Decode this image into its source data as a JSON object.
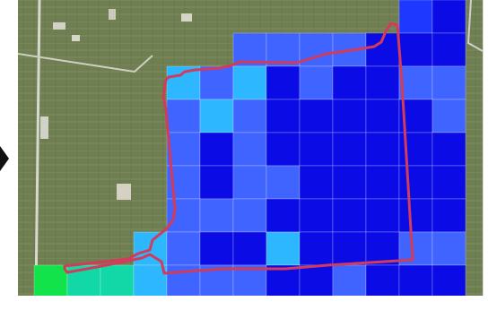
{
  "map": {
    "base_color": "#70804f",
    "grid_palette": {
      "very_low": "#12e34a",
      "low": "#12d8a7",
      "mid_low": "#2cb7ff",
      "mid": "#3f64ff",
      "high": "#1f38ff",
      "very_high": "#0b0be6"
    },
    "boundary_color": "#d23b59",
    "grid_cells": [
      {
        "row": 0,
        "col": 11,
        "level": "high"
      },
      {
        "row": 0,
        "col": 12,
        "level": "very_high"
      },
      {
        "row": 1,
        "col": 6,
        "level": "mid"
      },
      {
        "row": 1,
        "col": 7,
        "level": "mid"
      },
      {
        "row": 1,
        "col": 8,
        "level": "mid"
      },
      {
        "row": 1,
        "col": 9,
        "level": "mid"
      },
      {
        "row": 1,
        "col": 10,
        "level": "very_high"
      },
      {
        "row": 1,
        "col": 11,
        "level": "very_high"
      },
      {
        "row": 1,
        "col": 12,
        "level": "very_high"
      },
      {
        "row": 2,
        "col": 4,
        "level": "mid_low"
      },
      {
        "row": 2,
        "col": 5,
        "level": "mid"
      },
      {
        "row": 2,
        "col": 6,
        "level": "mid_low"
      },
      {
        "row": 2,
        "col": 7,
        "level": "very_high"
      },
      {
        "row": 2,
        "col": 8,
        "level": "mid"
      },
      {
        "row": 2,
        "col": 9,
        "level": "very_high"
      },
      {
        "row": 2,
        "col": 10,
        "level": "very_high"
      },
      {
        "row": 2,
        "col": 11,
        "level": "mid"
      },
      {
        "row": 2,
        "col": 12,
        "level": "mid"
      },
      {
        "row": 3,
        "col": 4,
        "level": "mid"
      },
      {
        "row": 3,
        "col": 5,
        "level": "mid_low"
      },
      {
        "row": 3,
        "col": 6,
        "level": "mid"
      },
      {
        "row": 3,
        "col": 7,
        "level": "very_high"
      },
      {
        "row": 3,
        "col": 8,
        "level": "very_high"
      },
      {
        "row": 3,
        "col": 9,
        "level": "very_high"
      },
      {
        "row": 3,
        "col": 10,
        "level": "very_high"
      },
      {
        "row": 3,
        "col": 11,
        "level": "very_high"
      },
      {
        "row": 3,
        "col": 12,
        "level": "mid"
      },
      {
        "row": 4,
        "col": 4,
        "level": "mid"
      },
      {
        "row": 4,
        "col": 5,
        "level": "very_high"
      },
      {
        "row": 4,
        "col": 6,
        "level": "mid"
      },
      {
        "row": 4,
        "col": 7,
        "level": "very_high"
      },
      {
        "row": 4,
        "col": 8,
        "level": "very_high"
      },
      {
        "row": 4,
        "col": 9,
        "level": "very_high"
      },
      {
        "row": 4,
        "col": 10,
        "level": "very_high"
      },
      {
        "row": 4,
        "col": 11,
        "level": "very_high"
      },
      {
        "row": 4,
        "col": 12,
        "level": "very_high"
      },
      {
        "row": 5,
        "col": 4,
        "level": "mid"
      },
      {
        "row": 5,
        "col": 5,
        "level": "very_high"
      },
      {
        "row": 5,
        "col": 6,
        "level": "mid"
      },
      {
        "row": 5,
        "col": 7,
        "level": "mid"
      },
      {
        "row": 5,
        "col": 8,
        "level": "very_high"
      },
      {
        "row": 5,
        "col": 9,
        "level": "very_high"
      },
      {
        "row": 5,
        "col": 10,
        "level": "very_high"
      },
      {
        "row": 5,
        "col": 11,
        "level": "very_high"
      },
      {
        "row": 5,
        "col": 12,
        "level": "very_high"
      },
      {
        "row": 6,
        "col": 4,
        "level": "mid"
      },
      {
        "row": 6,
        "col": 5,
        "level": "mid"
      },
      {
        "row": 6,
        "col": 6,
        "level": "mid"
      },
      {
        "row": 6,
        "col": 7,
        "level": "very_high"
      },
      {
        "row": 6,
        "col": 8,
        "level": "very_high"
      },
      {
        "row": 6,
        "col": 9,
        "level": "very_high"
      },
      {
        "row": 6,
        "col": 10,
        "level": "very_high"
      },
      {
        "row": 6,
        "col": 11,
        "level": "very_high"
      },
      {
        "row": 6,
        "col": 12,
        "level": "very_high"
      },
      {
        "row": 7,
        "col": 3,
        "level": "mid_low"
      },
      {
        "row": 7,
        "col": 4,
        "level": "mid"
      },
      {
        "row": 7,
        "col": 5,
        "level": "very_high"
      },
      {
        "row": 7,
        "col": 6,
        "level": "very_high"
      },
      {
        "row": 7,
        "col": 7,
        "level": "mid_low"
      },
      {
        "row": 7,
        "col": 8,
        "level": "very_high"
      },
      {
        "row": 7,
        "col": 9,
        "level": "very_high"
      },
      {
        "row": 7,
        "col": 10,
        "level": "very_high"
      },
      {
        "row": 7,
        "col": 11,
        "level": "mid"
      },
      {
        "row": 7,
        "col": 12,
        "level": "mid"
      },
      {
        "row": 8,
        "col": 0,
        "level": "very_low"
      },
      {
        "row": 8,
        "col": 1,
        "level": "low"
      },
      {
        "row": 8,
        "col": 2,
        "level": "low"
      },
      {
        "row": 8,
        "col": 3,
        "level": "mid_low"
      },
      {
        "row": 8,
        "col": 4,
        "level": "mid"
      },
      {
        "row": 8,
        "col": 5,
        "level": "mid"
      },
      {
        "row": 8,
        "col": 6,
        "level": "mid"
      },
      {
        "row": 8,
        "col": 7,
        "level": "very_high"
      },
      {
        "row": 8,
        "col": 8,
        "level": "very_high"
      },
      {
        "row": 8,
        "col": 9,
        "level": "mid"
      },
      {
        "row": 8,
        "col": 10,
        "level": "very_high"
      },
      {
        "row": 8,
        "col": 11,
        "level": "very_high"
      },
      {
        "row": 8,
        "col": 12,
        "level": "very_high"
      }
    ]
  },
  "icons": {
    "nav": "chevron-right-icon"
  }
}
